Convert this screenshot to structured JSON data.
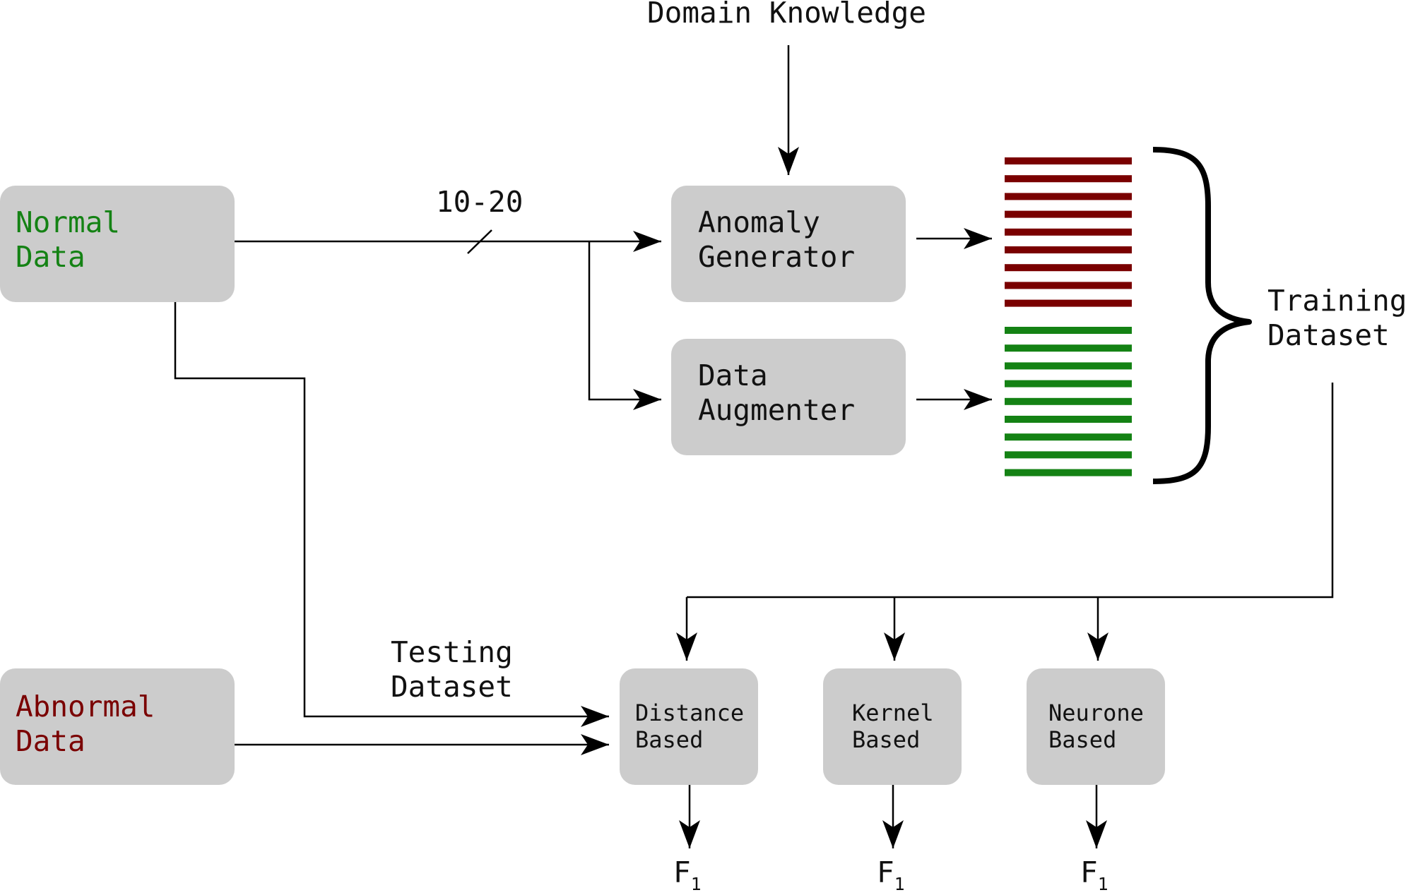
{
  "colors": {
    "box_fill": "#cccccc",
    "normal": "#148214",
    "abnormal": "#7a0000",
    "anomaly_stripe": "#7a0000",
    "normal_stripe": "#148214",
    "line": "#000000"
  },
  "inputs": {
    "domain_knowledge": "Domain Knowledge",
    "normal_line1": "Normal",
    "normal_line2": "Data",
    "abnormal_line1": "Abnormal",
    "abnormal_line2": "Data",
    "sample_count": "10-20"
  },
  "generators": {
    "anomaly_line1": "Anomaly",
    "anomaly_line2": "Generator",
    "augmenter_line1": "Data",
    "augmenter_line2": "Augmenter"
  },
  "datasets": {
    "training_line1": "Training",
    "training_line2": "Dataset",
    "testing_line1": "Testing",
    "testing_line2": "Dataset"
  },
  "models": [
    {
      "line1": "Distance",
      "line2": "Based",
      "output": "F",
      "output_sub": "1"
    },
    {
      "line1": "Kernel",
      "line2": "Based",
      "output": "F",
      "output_sub": "1"
    },
    {
      "line1": "Neurone",
      "line2": "Based",
      "output": "F",
      "output_sub": "1"
    }
  ]
}
